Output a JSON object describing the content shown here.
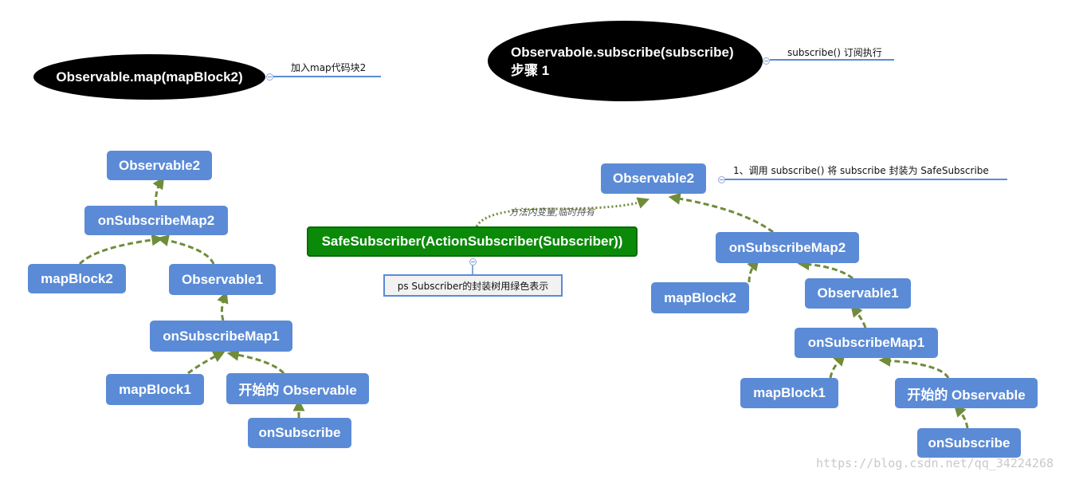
{
  "top_left": {
    "ellipse_label": "Observable.map(mapBlock2)",
    "note": "加入map代码块2"
  },
  "top_right": {
    "ellipse_line1": "Observabole.subscribe(subscribe)",
    "ellipse_line2": "步骤 1",
    "note": "subscribe() 订阅执行"
  },
  "left_tree": {
    "observable2": "Observable2",
    "onSubscribeMap2": "onSubscribeMap2",
    "mapBlock2": "mapBlock2",
    "observable1": "Observable1",
    "onSubscribeMap1": "onSubscribeMap1",
    "mapBlock1": "mapBlock1",
    "start_observable": "开始的 Observable",
    "onSubscribe": "onSubscribe"
  },
  "middle": {
    "safe_subscriber": "SafeSubscriber(ActionSubscriber(Subscriber))",
    "edge_label": "方法内变量,临时持有",
    "ps_note": "ps Subscriber的封装树用绿色表示"
  },
  "right_tree": {
    "observable2": "Observable2",
    "observable2_note": "1、调用 subscribe() 将 subscribe 封装为 SafeSubscribe",
    "onSubscribeMap2": "onSubscribeMap2",
    "mapBlock2": "mapBlock2",
    "observable1": "Observable1",
    "onSubscribeMap1": "onSubscribeMap1",
    "mapBlock1": "mapBlock1",
    "start_observable": "开始的 Observable",
    "onSubscribe": "onSubscribe"
  },
  "watermark": "https://blog.csdn.net/qq_34224268",
  "colors": {
    "node_blue": "#5b8bd6",
    "arrow_olive": "#6f8c3a",
    "subscriber_green": "#0a8a08",
    "ellipse_black": "#000000"
  }
}
